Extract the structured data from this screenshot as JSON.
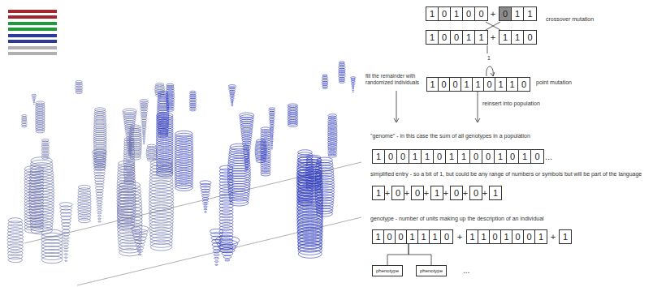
{
  "diagram": {
    "nodes": [
      {
        "text": [
          "1",
          "0",
          "1",
          "0",
          "0"
        ]
      },
      {
        "text": [
          "0",
          "1",
          "1"
        ]
      },
      {
        "text": [
          "1",
          "0",
          "0",
          "1",
          "1"
        ]
      },
      {
        "text": [
          "1",
          "1",
          "0"
        ]
      },
      {
        "text": [
          "1",
          "0",
          "0",
          "1",
          "1",
          "0",
          "1",
          "1",
          "0"
        ]
      },
      {
        "text": [
          "1",
          "0",
          "0",
          "1",
          "1",
          "0",
          "1",
          "1",
          "0",
          "0",
          "1",
          "0",
          "1",
          "0"
        ]
      },
      {
        "text": [
          "1"
        ]
      },
      {
        "text": [
          "0"
        ]
      },
      {
        "text": [
          "0"
        ]
      },
      {
        "text": [
          "1"
        ]
      },
      {
        "text": [
          "0"
        ]
      },
      {
        "text": [
          "0"
        ]
      },
      {
        "text": [
          "1"
        ]
      },
      {
        "text": [
          "1",
          "0",
          "0",
          "1",
          "1",
          "1",
          "0"
        ]
      },
      {
        "text": [
          "1",
          "1",
          "0",
          "1",
          "0",
          "0",
          "1"
        ]
      },
      {
        "text": [
          "1"
        ]
      },
      {
        "text": [
          "phenotype"
        ]
      },
      {
        "text": [
          "phenotype"
        ]
      }
    ],
    "edges": [
      {
        "from": 13,
        "to": 16,
        "arrow": "none"
      },
      {
        "from": 13,
        "to": 17,
        "arrow": "none"
      }
    ],
    "labels": [
      "crossover mutation",
      "+",
      "+",
      "fill the remainder with randomized individuals",
      "1",
      "point mutation",
      "reinsert into population",
      "\"genome\" - in this case the sum of all genotypes in a population",
      "...",
      "simplified entry - so a bit of 1, but could be any range of numbers or symbols but will be part of the language",
      "+",
      "+",
      "+",
      "+",
      "+",
      "+",
      "genotype - number of units making up the description of an individual",
      "+",
      "+",
      "..."
    ]
  }
}
